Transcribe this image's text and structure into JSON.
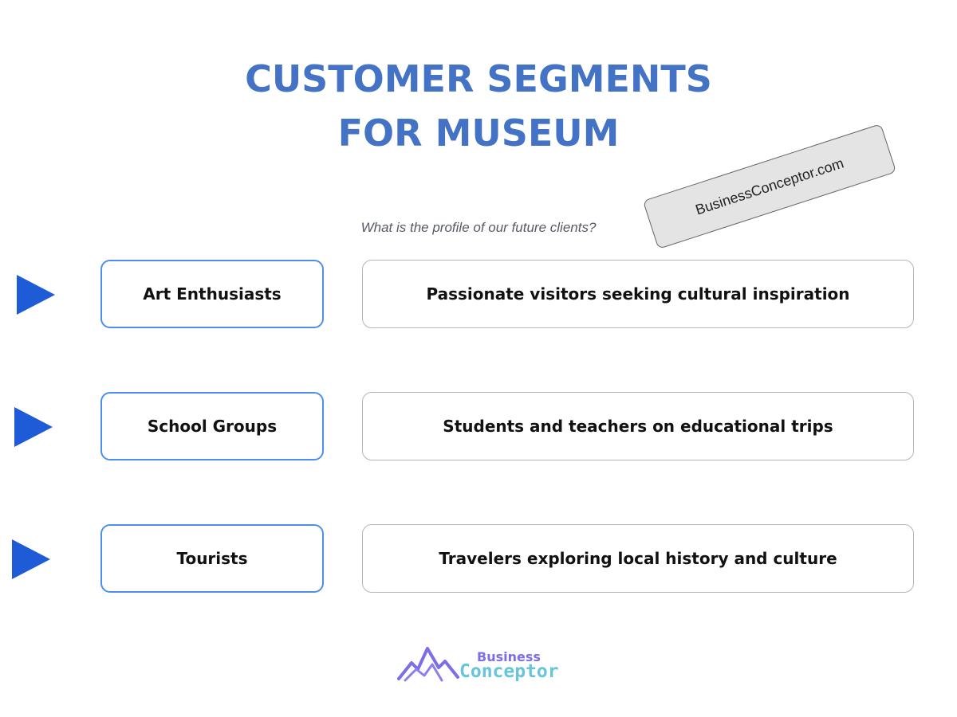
{
  "title": {
    "line1": "CUSTOMER SEGMENTS",
    "line2": "FOR MUSEUM"
  },
  "subtitle": "What is the profile of our future clients?",
  "watermark": "BusinessConceptor.com",
  "segments": [
    {
      "name": "Art Enthusiasts",
      "description": "Passionate visitors seeking cultural inspiration"
    },
    {
      "name": "School Groups",
      "description": "Students and teachers on educational trips"
    },
    {
      "name": "Tourists",
      "description": "Travelers exploring local history and culture"
    }
  ],
  "logo": {
    "word1": "Business",
    "word2": "Conceptor"
  },
  "colors": {
    "title": "#4472C4",
    "arrow": "#1E5BD6",
    "segment_border": "#4D8EEF",
    "description_border": "#B5B5B5"
  }
}
